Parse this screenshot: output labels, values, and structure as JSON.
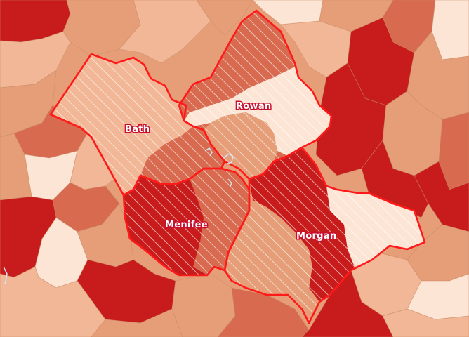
{
  "map": {
    "colors": {
      "class_1": "#fde5d6",
      "class_2": "#f1b796",
      "class_3": "#e59e78",
      "class_4": "#d76a4f",
      "class_5": "#c81b1b",
      "boundary": "#ff1a1a",
      "hatch": "#ffffff"
    },
    "selected_counties": [
      {
        "id": "bath",
        "label": "Bath"
      },
      {
        "id": "rowan",
        "label": "Rowan"
      },
      {
        "id": "menifee",
        "label": "Menifee"
      },
      {
        "id": "morgan",
        "label": "Morgan"
      }
    ]
  }
}
